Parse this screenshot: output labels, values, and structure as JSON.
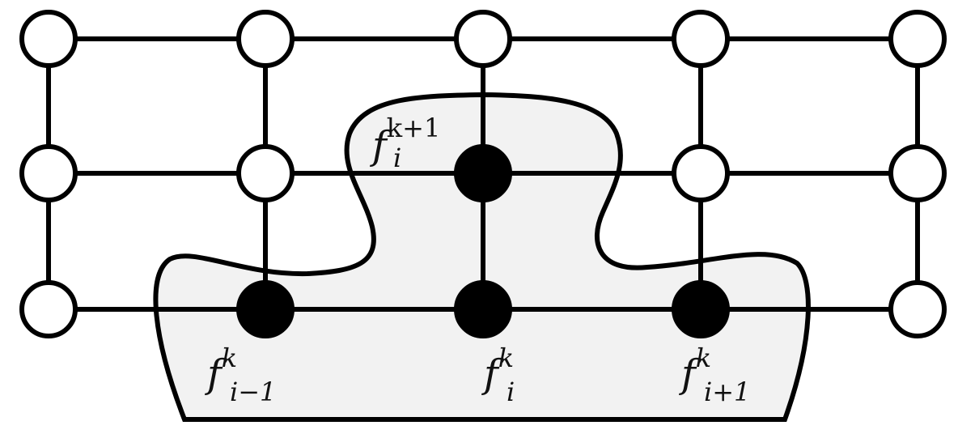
{
  "diagram": {
    "colors": {
      "stroke": "#000000",
      "open_node_fill": "#ffffff",
      "filled_node_fill": "#000000",
      "region_fill": "#f2f2f2",
      "label": "#111111"
    },
    "grid": {
      "columns": 5,
      "rows": 3,
      "filled_nodes": [
        [
          2,
          1
        ],
        [
          1,
          2
        ],
        [
          2,
          2
        ],
        [
          3,
          2
        ]
      ]
    },
    "labels": {
      "top": {
        "base": "f",
        "sub": "i",
        "sup": "k+1"
      },
      "bottom_left": {
        "base": "f",
        "sub": "i−1",
        "sup": "k"
      },
      "bottom_center": {
        "base": "f",
        "sub": "i",
        "sup": "k"
      },
      "bottom_right": {
        "base": "f",
        "sub": "i+1",
        "sup": "k"
      }
    }
  }
}
